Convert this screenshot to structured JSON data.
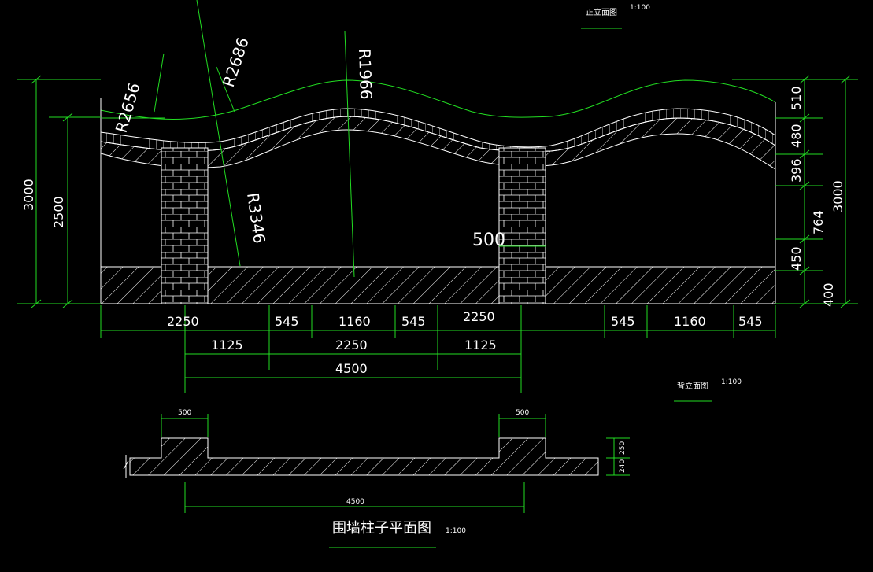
{
  "elevation_titles": {
    "front": "正立面图",
    "front_scale": "1:100",
    "back": "背立面图",
    "back_scale": "1:100"
  },
  "radius_labels": [
    "R2656",
    "R2686",
    "R1966",
    "R3346"
  ],
  "left_dims": [
    "3000",
    "2500"
  ],
  "right_dims": [
    "510",
    "480",
    "396",
    "764",
    "450",
    "400",
    "3000"
  ],
  "pillar_width_label": "500",
  "bottom_row1": [
    "2250",
    "545",
    "1160",
    "545",
    "2250",
    "545",
    "1160",
    "545"
  ],
  "bottom_row2": [
    "1125",
    "2250",
    "1125"
  ],
  "bottom_row3": "4500",
  "plan": {
    "title": "围墙柱子平面图",
    "scale": "1:100",
    "pillar_left_dim": "500",
    "pillar_right_dim": "500",
    "total_dim": "4500",
    "right_dims": [
      "250",
      "240"
    ]
  }
}
